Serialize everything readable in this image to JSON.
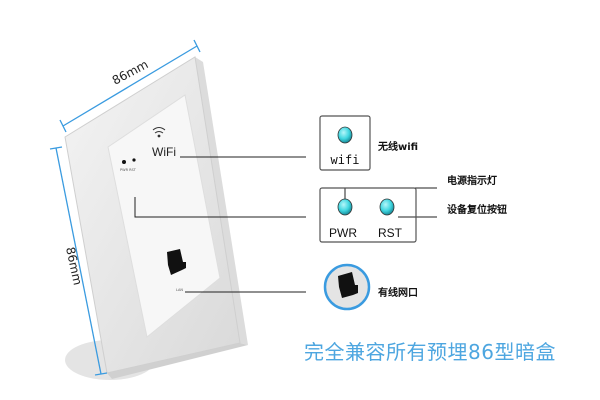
{
  "dimensions": {
    "width_label": "86mm",
    "height_label": "86mm"
  },
  "device": {
    "face_logo": "WiFi",
    "indicator_text": "PWR  RST",
    "port_text": "LAN"
  },
  "callouts": {
    "wifi": {
      "box_text": "wifi",
      "label": "无线wifi"
    },
    "pwr": {
      "box_text": "PWR",
      "label": "电源指示灯"
    },
    "rst": {
      "box_text": "RST",
      "label": "设备复位按钮"
    },
    "lan": {
      "label": "有线网口"
    }
  },
  "title": "完全兼容所有预埋86型暗盒",
  "colors": {
    "accent": "#4da6e0",
    "led": "#3fd6e0"
  }
}
